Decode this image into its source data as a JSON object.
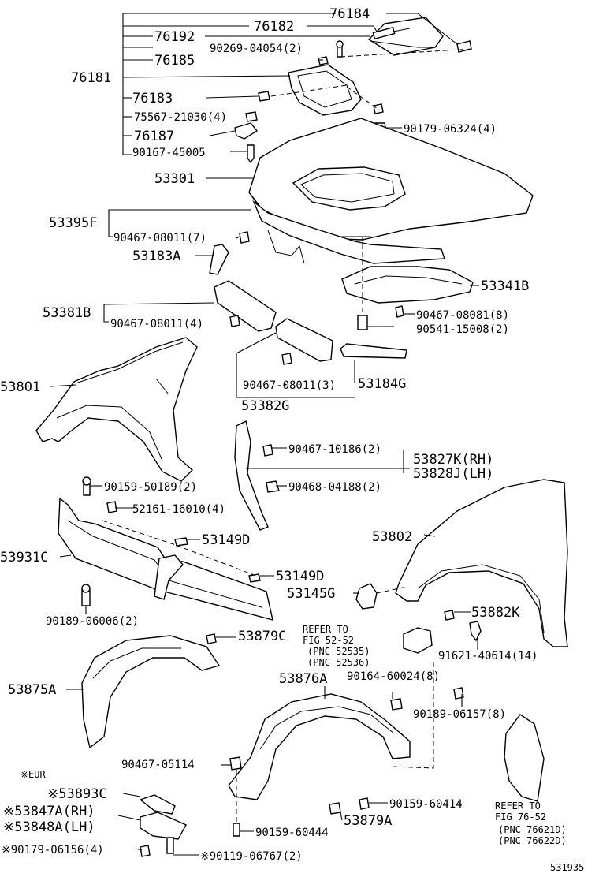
{
  "labels": {
    "p76184": "76184",
    "p76182": "76182",
    "p76192": "76192",
    "p90269": "90269-04054(2)",
    "p76185": "76185",
    "p76181": "76181",
    "p76183": "76183",
    "p75567": "75567-21030(4)",
    "p76187": "76187",
    "p90167": "90167-45005",
    "p90179a": "90179-06324(4)",
    "p53301": "53301",
    "p53395F": "53395F",
    "p90467a": "90467-08011(7)",
    "p53183A": "53183A",
    "p53341B": "53341B",
    "p53381B": "53381B",
    "p90467b": "90467-08011(4)",
    "p90467c": "90467-08081(8)",
    "p90541": "90541-15008(2)",
    "p53801": "53801",
    "p90467d": "90467-08011(3)",
    "p53184G": "53184G",
    "p53382G": "53382G",
    "p90467e": "90467-10186(2)",
    "p53827K": "53827K(RH)",
    "p53828J": "53828J(LH)",
    "p90468": "90468-04188(2)",
    "p90159a": "90159-50189(2)",
    "p52161": "52161-16010(4)",
    "p53149Da": "53149D",
    "p53802": "53802",
    "p53931C": "53931C",
    "p53149Db": "53149D",
    "p53145G": "53145G",
    "p53882K": "53882K",
    "p90189a": "90189-06006(2)",
    "p53879Ca": "53879C",
    "refer1a": "REFER TO",
    "refer1b": "FIG 52-52",
    "refer1c": "(PNC 52535)",
    "refer1d": "(PNC 52536)",
    "p91621": "91621-40614(14)",
    "p53875A": "53875A",
    "p53876A": "53876A",
    "p90164": "90164-60024(8)",
    "p90189b": "90189-06157(8)",
    "eur": "※EUR",
    "p90467f": "90467-05114",
    "p53893C": "※53893C",
    "p53847A": "※53847A(RH)",
    "p53848A": "※53848A(LH)",
    "p90159b": "90159-60414",
    "refer2a": "REFER TO",
    "refer2b": "FIG 76-52",
    "refer2c": "(PNC 76621D)",
    "refer2d": "(PNC 76622D)",
    "p53879Cb": "53879A",
    "p90159c": "90159-60444",
    "p90179b": "※90179-06156(4)",
    "p90119": "※90119-06767(2)",
    "diagram_id": "531935"
  }
}
